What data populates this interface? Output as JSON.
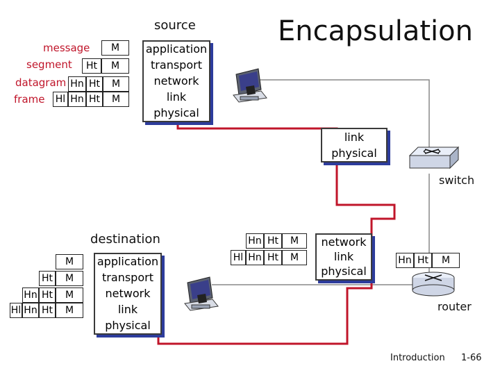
{
  "title": "Encapsulation",
  "source": {
    "label": "source",
    "layers": [
      "application",
      "transport",
      "network",
      "link",
      "physical"
    ],
    "row_labels": [
      "message",
      "segment",
      "datagram",
      "frame"
    ],
    "rows": [
      [
        "M"
      ],
      [
        "Ht",
        "M"
      ],
      [
        "Hn",
        "Ht",
        "M"
      ],
      [
        "Hl",
        "Hn",
        "Ht",
        "M"
      ]
    ]
  },
  "switch": {
    "layers": [
      "link",
      "physical"
    ],
    "label": "switch"
  },
  "router": {
    "layers": [
      "network",
      "link",
      "physical"
    ],
    "label": "router",
    "in_rows": [
      [
        "Hn",
        "Ht",
        "M"
      ],
      [
        "Hl",
        "Hn",
        "Ht",
        "M"
      ]
    ],
    "out_row": [
      "Hn",
      "Ht",
      "M"
    ]
  },
  "destination": {
    "label": "destination",
    "layers": [
      "application",
      "transport",
      "network",
      "link",
      "physical"
    ],
    "rows": [
      [
        "M"
      ],
      [
        "Ht",
        "M"
      ],
      [
        "Hn",
        "Ht",
        "M"
      ],
      [
        "Hl",
        "Hn",
        "Ht",
        "M"
      ]
    ]
  },
  "footer": {
    "section": "Introduction",
    "page": "1-66"
  },
  "colors": {
    "path": "#c0152a",
    "link_line": "#888888",
    "shadow": "#2d3c9c",
    "red_text": "#c0152a",
    "device_body": "#cfd6e6",
    "device_top": "#e9eef8"
  }
}
